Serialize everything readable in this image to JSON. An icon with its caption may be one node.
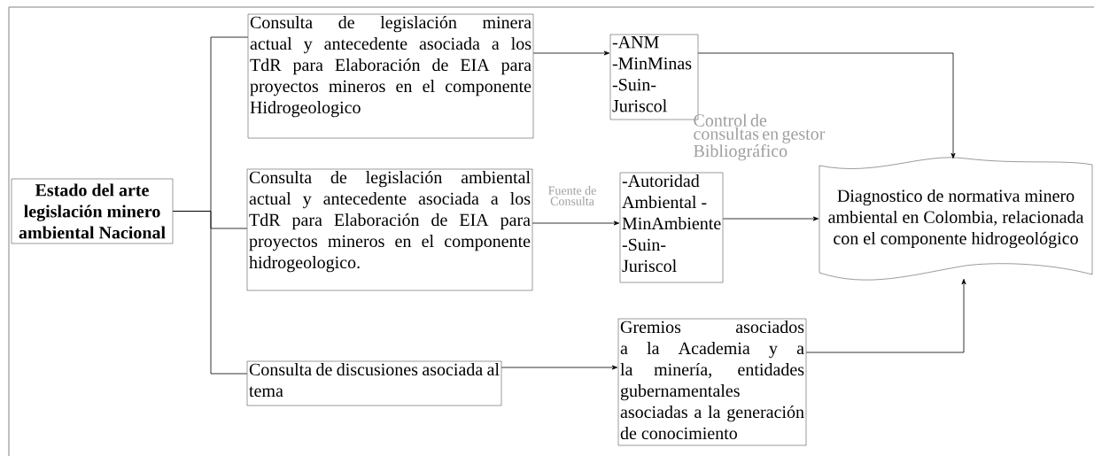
{
  "diagram": {
    "nodes": [
      {
        "text": [
          "Estado del arte legislación minero ambiental Nacional"
        ]
      },
      {
        "text": [
          "Consulta de legislación minera actual y antecedente asociada a los TdR para Elaboración de EIA para proyectos mineros en el componente Hidrogeologico"
        ]
      },
      {
        "text": [
          "Consulta de legislación ambiental actual y antecedente asociada a los TdR para Elaboración de EIA para proyectos mineros en el componente hidrogeologico."
        ]
      },
      {
        "text": [
          "Consulta de discusiones asociada al tema"
        ]
      },
      {
        "text": [
          "-ANM -MinMinas -Suin-Juriscol"
        ]
      },
      {
        "text": [
          "-Autoridad Ambiental -MinAmbiente -Suin-Juriscol"
        ]
      },
      {
        "text": [
          "Gremios asociados a la Academia y a la minería, entidades gubernamentales asociadas a la generación de conocimiento"
        ]
      },
      {
        "text": [
          "Diagnostico de normativa minero ambiental en Colombia, relacionada con el componente hidrogeológico"
        ]
      }
    ],
    "edges": [
      {
        "from": 0,
        "to": 1,
        "arrow": "none"
      },
      {
        "from": 0,
        "to": 2,
        "arrow": "none"
      },
      {
        "from": 0,
        "to": 3,
        "arrow": "none"
      },
      {
        "from": 1,
        "to": 4,
        "arrow": "to"
      },
      {
        "from": 2,
        "to": 5,
        "arrow": "to",
        "label": "Fuente de Consulta"
      },
      {
        "from": 3,
        "to": 6,
        "arrow": "to"
      },
      {
        "from": 4,
        "to": 7,
        "arrow": "to"
      },
      {
        "from": 5,
        "to": 7,
        "arrow": "to"
      },
      {
        "from": 6,
        "to": 7,
        "arrow": "to"
      }
    ],
    "labels": [
      "Control de consultas en gestor Bibliográfico"
    ]
  }
}
